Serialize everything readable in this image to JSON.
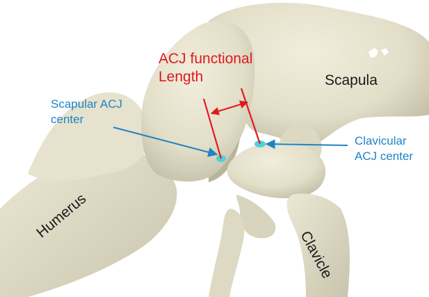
{
  "labels": {
    "acj_line1": "ACJ functional",
    "acj_line2": "Length",
    "scapula": "Scapula",
    "scapular_line1": "Scapular ACJ",
    "scapular_line2": "center",
    "clavicular_line1": "Clavicular",
    "clavicular_line2": "ACJ center",
    "humerus": "Humerus",
    "clavicle": "Clavicle"
  },
  "colors": {
    "bone": "#e4e0cb",
    "bone_shadow": "#a7a28c",
    "measure_line": "#e0191f",
    "pointer": "#1e84c6",
    "joint_center": "#4fd0dd"
  }
}
